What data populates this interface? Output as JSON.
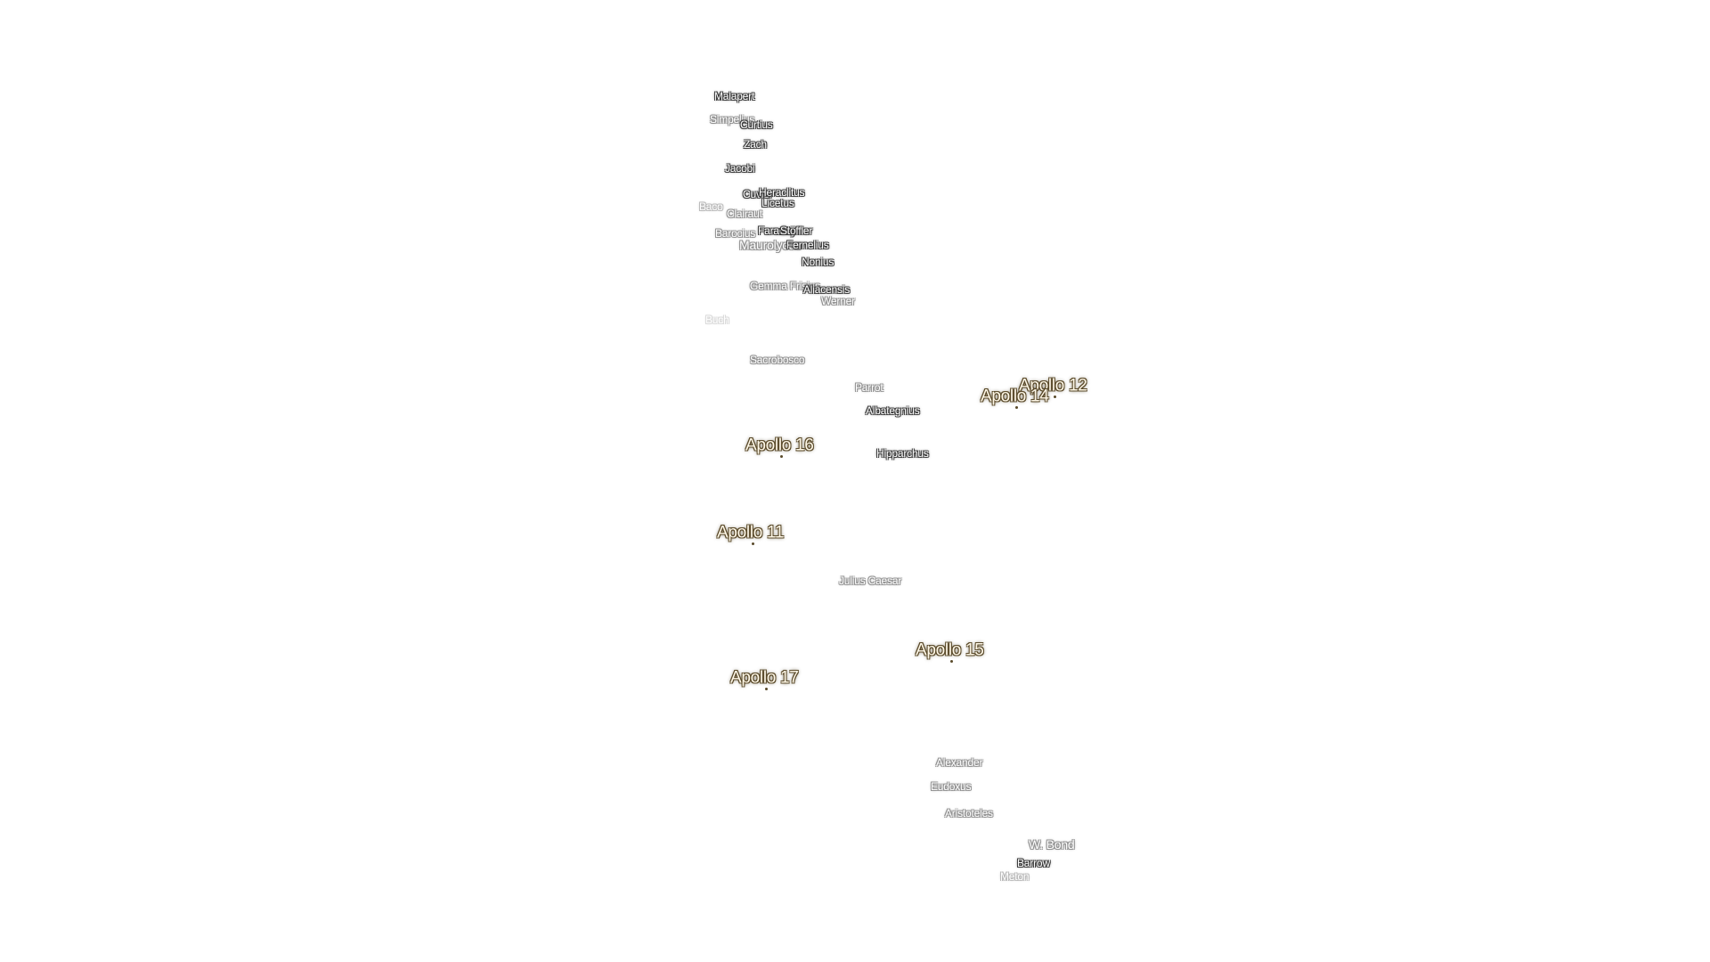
{
  "map": {
    "craters": [
      {
        "id": "malapert",
        "name": "Malapert",
        "style": "normal"
      },
      {
        "id": "simpelius",
        "name": "Simpelius",
        "style": "faint"
      },
      {
        "id": "curtius",
        "name": "Curtius",
        "style": "normal"
      },
      {
        "id": "zach",
        "name": "Zach",
        "style": "normal"
      },
      {
        "id": "jacobi",
        "name": "Jacobi",
        "style": "normal"
      },
      {
        "id": "cuvier",
        "name": "Cuvier",
        "style": "normal"
      },
      {
        "id": "heraclitus",
        "name": "Heraclitus",
        "style": "normal"
      },
      {
        "id": "licetus",
        "name": "Licetus",
        "style": "normal"
      },
      {
        "id": "baco",
        "name": "Baco",
        "style": "faint2"
      },
      {
        "id": "clairaut",
        "name": "Clairaut",
        "style": "faint"
      },
      {
        "id": "barocius",
        "name": "Barocius",
        "style": "faint"
      },
      {
        "id": "faraday",
        "name": "Faraday",
        "style": "normal"
      },
      {
        "id": "stoffler",
        "name": "Stöffler",
        "style": "normal"
      },
      {
        "id": "maurolycus",
        "name": "Maurolycus",
        "style": "faint big"
      },
      {
        "id": "fernelius",
        "name": "Fernelius",
        "style": "normal"
      },
      {
        "id": "nonius",
        "name": "Nonius",
        "style": "normal"
      },
      {
        "id": "gemma-frisius",
        "name": "Gemma Frisius",
        "style": "faint"
      },
      {
        "id": "aliacensis",
        "name": "Aliacensis",
        "style": "normal"
      },
      {
        "id": "werner",
        "name": "Werner",
        "style": "faint"
      },
      {
        "id": "buch",
        "name": "Buch",
        "style": "faint3"
      },
      {
        "id": "sacrobosco",
        "name": "Sacrobosco",
        "style": "faint"
      },
      {
        "id": "parrot",
        "name": "Parrot",
        "style": "faint"
      },
      {
        "id": "albategnius",
        "name": "Albategnius",
        "style": "normal"
      },
      {
        "id": "hipparchus",
        "name": "Hipparchus",
        "style": "normal"
      },
      {
        "id": "julius-caesar",
        "name": "Julius Caesar",
        "style": "faint"
      },
      {
        "id": "alexander",
        "name": "Alexander",
        "style": "faint"
      },
      {
        "id": "eudoxus",
        "name": "Eudoxus",
        "style": "faint"
      },
      {
        "id": "aristoteles",
        "name": "Aristoteles",
        "style": "faint"
      },
      {
        "id": "w-bond",
        "name": "W. Bond",
        "style": "faint big"
      },
      {
        "id": "barrow",
        "name": "Barrow",
        "style": "normal"
      },
      {
        "id": "meton",
        "name": "Meton",
        "style": "faint2"
      }
    ],
    "apollo_sites": [
      {
        "id": "apollo-12",
        "name": "Apollo 12"
      },
      {
        "id": "apollo-14",
        "name": "Apollo 14"
      },
      {
        "id": "apollo-16",
        "name": "Apollo 16"
      },
      {
        "id": "apollo-11",
        "name": "Apollo 11"
      },
      {
        "id": "apollo-15",
        "name": "Apollo 15"
      },
      {
        "id": "apollo-17",
        "name": "Apollo 17"
      }
    ]
  }
}
